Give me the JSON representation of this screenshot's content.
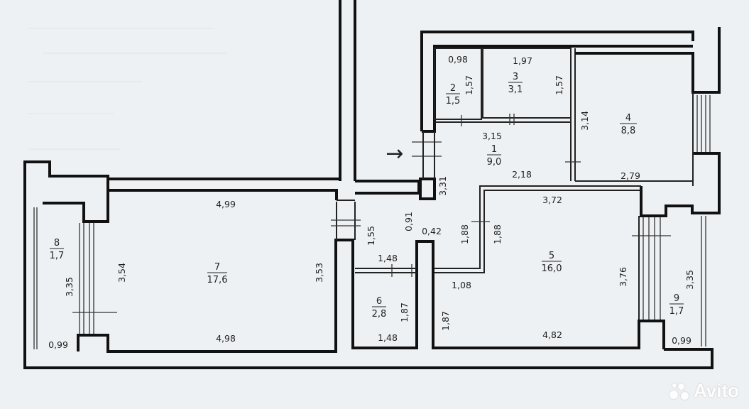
{
  "rooms": [
    {
      "id": "1",
      "number": "1",
      "area": "9,0"
    },
    {
      "id": "2",
      "number": "2",
      "area": "1,5"
    },
    {
      "id": "3",
      "number": "3",
      "area": "3,1"
    },
    {
      "id": "4",
      "number": "4",
      "area": "8,8"
    },
    {
      "id": "5",
      "number": "5",
      "area": "16,0"
    },
    {
      "id": "6",
      "number": "6",
      "area": "2,8"
    },
    {
      "id": "7",
      "number": "7",
      "area": "17,6"
    },
    {
      "id": "8",
      "number": "8",
      "area": "1,7"
    },
    {
      "id": "9",
      "number": "9",
      "area": "1,7"
    }
  ],
  "dimensions": [
    "0,98",
    "1,97",
    "1,57",
    "1,57",
    "3,14",
    "3,15",
    "2,18",
    "2,79",
    "3,31",
    "4,99",
    "3,72",
    "0,91",
    "0,42",
    "1,55",
    "1,88",
    "1,88",
    "1,48",
    "3,54",
    "3,53",
    "3,35",
    "3,76",
    "3,35",
    "1,08",
    "1,87",
    "1,87",
    "1,48",
    "4,98",
    "4,82",
    "0,99",
    "0,99"
  ],
  "entrance_arrow": "→",
  "watermark": {
    "brand": "Avito",
    "color": "#ffffff"
  }
}
